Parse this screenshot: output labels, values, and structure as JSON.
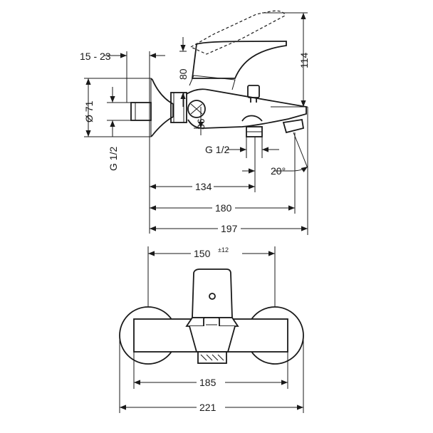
{
  "diagram": {
    "side_view_dimensions": {
      "wall_offset": "15 - 23",
      "height_80": "80",
      "height_114": "114",
      "diameter": "Ø 71",
      "thread_left": "G 1/2",
      "height_36": "36",
      "thread_bottom": "G 1/2",
      "angle": "20°",
      "length_134": "134",
      "length_180": "180",
      "length_197": "197"
    },
    "front_view_dimensions": {
      "centers": "150",
      "centers_tolerance": "±12",
      "width_185": "185",
      "width_221": "221"
    }
  }
}
